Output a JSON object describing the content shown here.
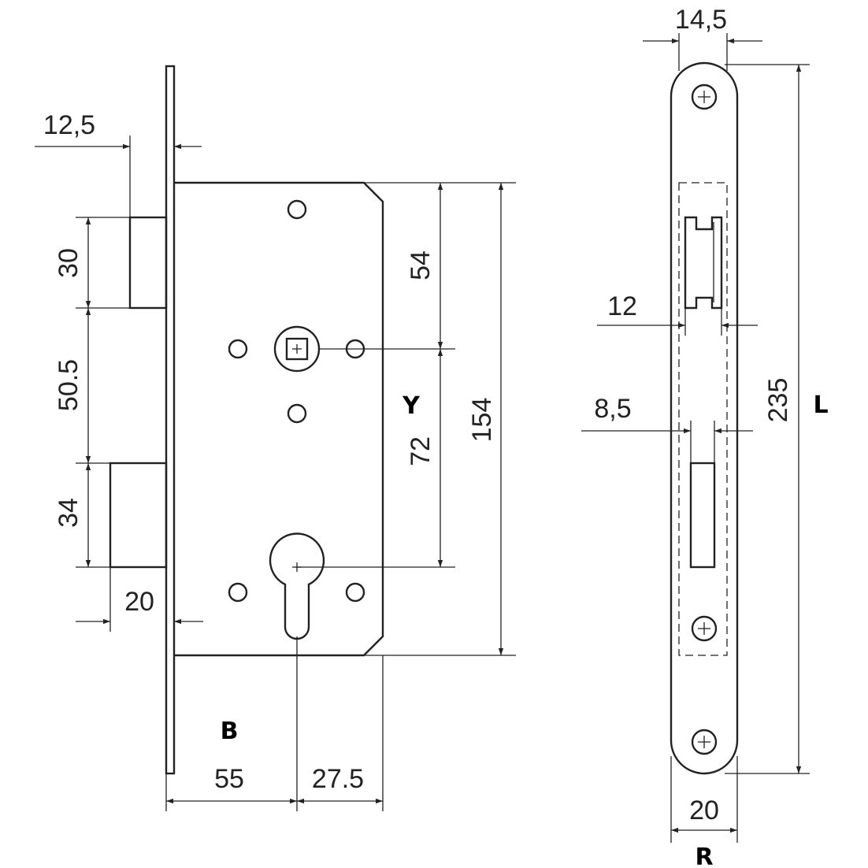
{
  "front_view": {
    "dims": {
      "faceplate_thickness": "12,5",
      "latch_height": "30",
      "latch_to_bolt": "50.5",
      "bolt_height": "34",
      "bolt_throw": "20",
      "follower_offset": "54",
      "centre_distance": "72",
      "case_height": "154",
      "backset": "55",
      "cylinder_to_back": "27.5"
    },
    "labels": {
      "y": "Y",
      "b": "B"
    }
  },
  "side_view": {
    "dims": {
      "faceplate_width_top": "14,5",
      "latch_width": "12",
      "bolt_width": "8,5",
      "faceplate_length": "235",
      "faceplate_width_bottom": "20"
    },
    "labels": {
      "l": "L",
      "r": "R"
    }
  },
  "colors": {
    "line": "#222222",
    "letter": "#000000",
    "background": "#ffffff"
  }
}
